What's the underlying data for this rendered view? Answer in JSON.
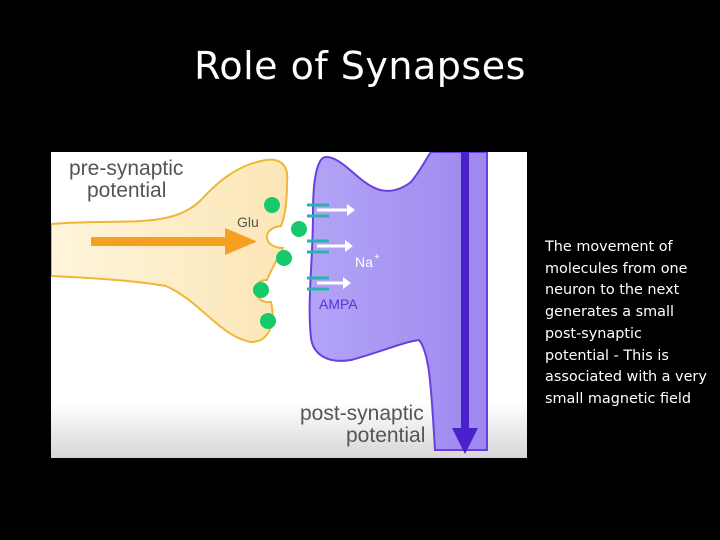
{
  "slide": {
    "title": "Role of Synapses",
    "caption_lines": [
      "The movement of",
      "molecules from one",
      "neuron to the next",
      "generates a small",
      "post-synaptic",
      "potential - This is",
      "associated with a very",
      "small magnetic field"
    ]
  },
  "diagram": {
    "pre_label_1": "pre-synaptic",
    "pre_label_2": "potential",
    "glu_label": "Glu",
    "na_label": "Na",
    "na_charge": "+",
    "ampa_label": "AMPA",
    "post_label_1": "post-synaptic",
    "post_label_2": "potential",
    "colors": {
      "presynaptic_fill": "#fcebc4",
      "presynaptic_stroke": "#f0b637",
      "postsynaptic_fill": "#a795f2",
      "postsynaptic_stroke": "#6a3fe0",
      "glutamate": "#17c96a",
      "arrow_orange": "#f5a020",
      "arrow_purple": "#4a22cc",
      "receptor": "#29b3b0",
      "label_purple": "#5a33d6"
    }
  }
}
